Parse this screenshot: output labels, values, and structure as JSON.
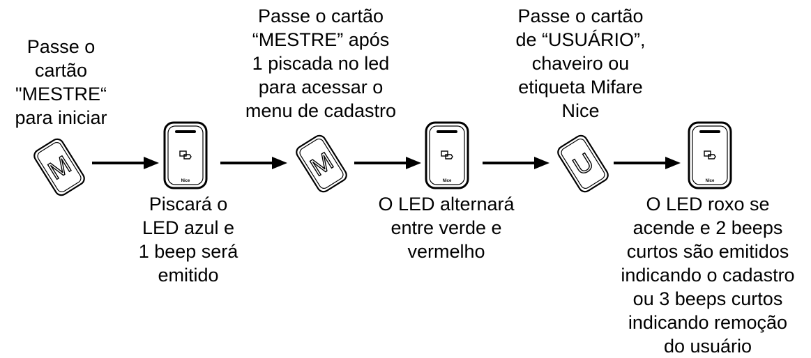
{
  "steps": [
    {
      "text_above": "Passe o\ncartão\n\"MESTRE“\npara iniciar",
      "card_letter": "M",
      "card_icon": "master-card-icon"
    },
    {
      "text_above": "Passe o cartão\n“MESTRE” após\n1 piscada no led\npara acessar o\nmenu de cadastro",
      "card_letter": "M",
      "card_icon": "master-card-icon"
    },
    {
      "text_above": "Passe o cartão\nde “USUÁRIO”,\nchaveiro ou\netiqueta Mifare\nNice",
      "card_letter": "U",
      "card_icon": "user-card-icon"
    }
  ],
  "readers": [
    {
      "brand": "Nice",
      "result_text": "Piscará o\nLED azul e\n1 beep será\nemitido"
    },
    {
      "brand": "Nice",
      "result_text": "O LED alternará\nentre verde e\nvermelho"
    },
    {
      "brand": "Nice",
      "result_text": "O LED roxo se\nacende e 2 beeps\ncurtos são emitidos\nindicando o cadastro\nou 3 beeps curtos\nindicando remoção\ndo usuário"
    }
  ]
}
